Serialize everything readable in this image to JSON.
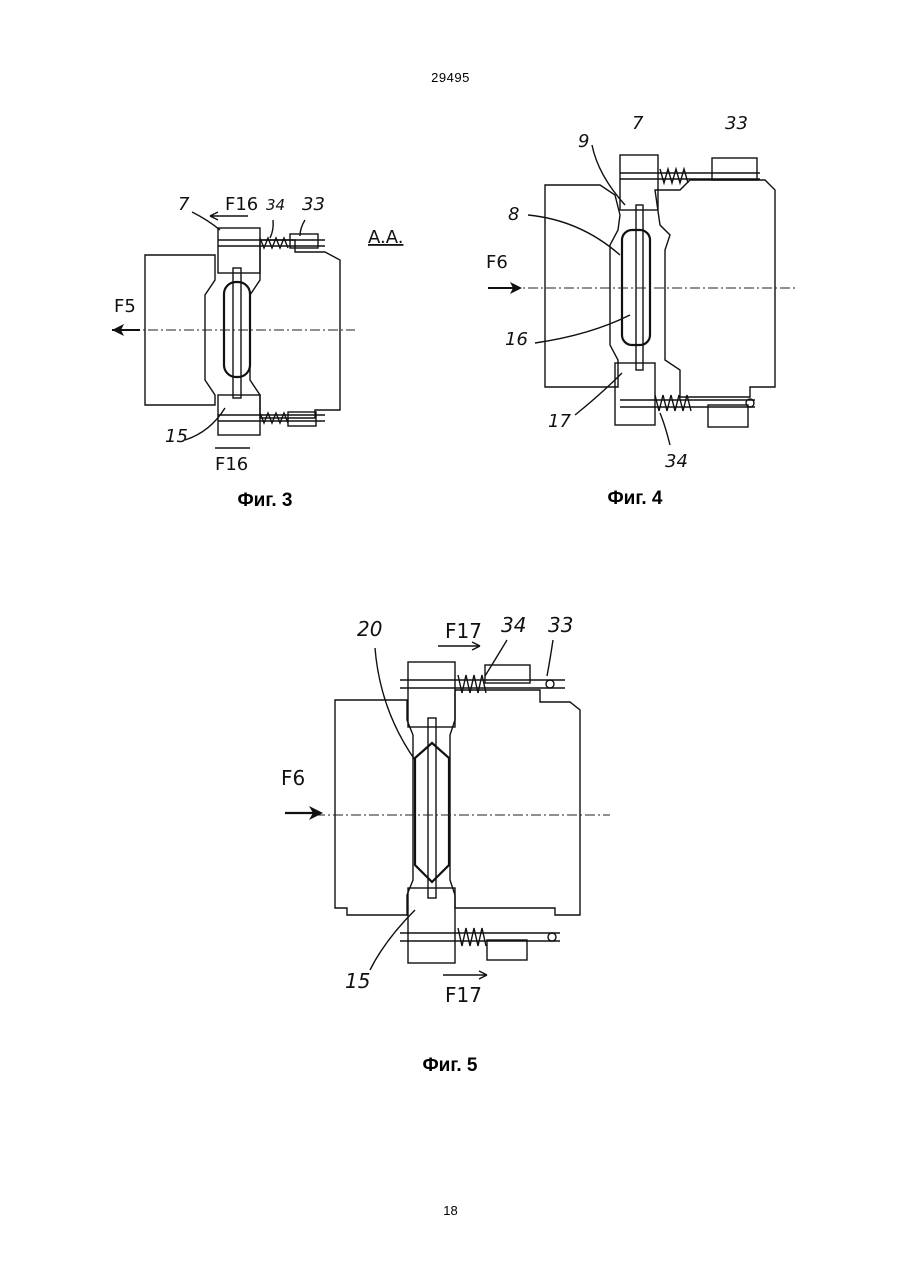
{
  "header": {
    "doc_number": "29495"
  },
  "footer": {
    "page_number": "18"
  },
  "figures": [
    {
      "id": "fig3",
      "caption": "Фиг. 3",
      "labels": {
        "ref_7": "7",
        "ref_34": "34",
        "ref_33": "33",
        "ref_15": "15",
        "force_top": "F16",
        "force_bottom": "F16",
        "force_side": "F5",
        "section": "A.A."
      }
    },
    {
      "id": "fig4",
      "caption": "Фиг. 4",
      "labels": {
        "ref_7": "7",
        "ref_33": "33",
        "ref_9": "9",
        "ref_8": "8",
        "ref_16": "16",
        "ref_17": "17",
        "ref_34": "34",
        "force_side": "F6"
      }
    },
    {
      "id": "fig5",
      "caption": "Фиг. 5",
      "labels": {
        "ref_20": "20",
        "ref_34": "34",
        "ref_33": "33",
        "ref_15": "15",
        "force_top": "F17",
        "force_bottom": "F17",
        "force_side": "F6"
      }
    }
  ]
}
